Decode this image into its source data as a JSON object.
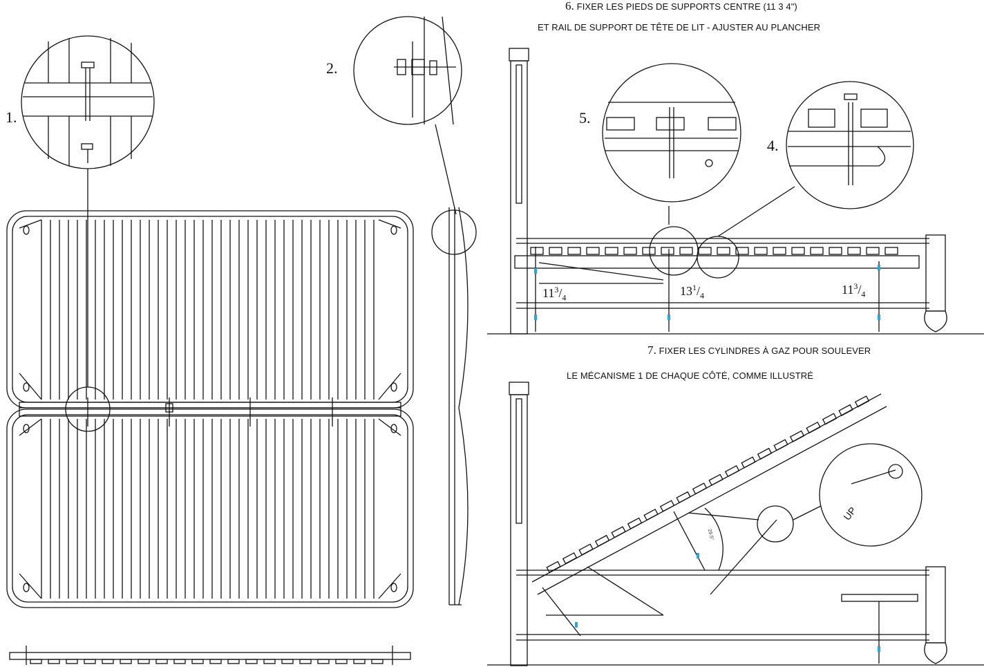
{
  "step_labels": {
    "s1": "1.",
    "s2": "2.",
    "s4": "4.",
    "s5": "5."
  },
  "step6": {
    "number": "6.",
    "line1": "FIXER LES PIEDS DE SUPPORTS CENTRE (11 3 4\")",
    "line2": "ET RAIL DE SUPPORT DE TÊTE DE LIT - AJUSTER AU PLANCHER"
  },
  "step7": {
    "number": "7.",
    "line1": "FIXER LES CYLINDRES À GAZ POUR SOULEVER",
    "line2": "LE MÉCANISME 1 DE CHAQUE CÔTÉ, COMME ILLUSTRÉ"
  },
  "dimensions": {
    "d1_whole": "11",
    "d1_num": "3",
    "d1_den": "4",
    "d2_whole": "13",
    "d2_num": "1",
    "d2_den": "4",
    "d3_whole": "11",
    "d3_num": "3",
    "d3_den": "4"
  },
  "angle_label": "29.5°",
  "up_label": "UP",
  "colors": {
    "line": "#111111",
    "accent": "#2aa8d8"
  }
}
